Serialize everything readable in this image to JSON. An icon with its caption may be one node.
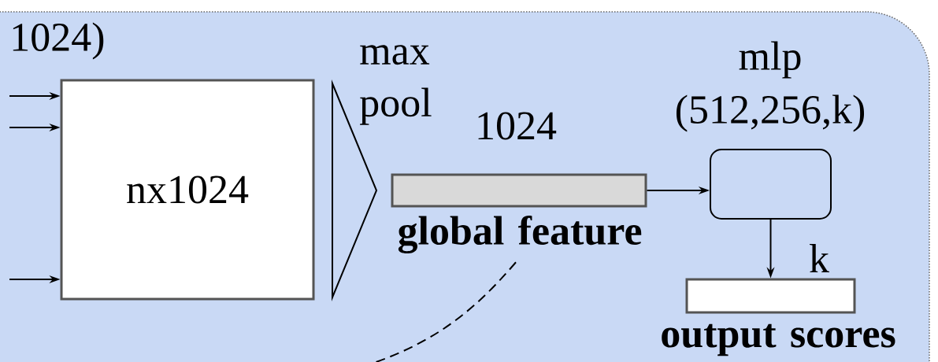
{
  "diagram": {
    "nodes": [
      {
        "text": [],
        "shape": "box"
      },
      {
        "text": [
          "nx1024"
        ],
        "in": 0
      },
      {
        "text": [],
        "shape": "triangle",
        "beside": [
          "max pool"
        ],
        "in": 0
      },
      {
        "text": [
          "global feature"
        ],
        "beside": [
          "1024"
        ],
        "in": 0
      },
      {
        "text": [
          "mlp (512,256,k)"
        ],
        "in": 0
      },
      {
        "text": [
          "output scores"
        ],
        "beside": [
          "k"
        ],
        "in": 0
      }
    ],
    "edges": [
      {
        "from": null,
        "to": 1,
        "arrow": "to"
      },
      {
        "from": null,
        "to": 1,
        "arrow": "to"
      },
      {
        "from": null,
        "to": 1,
        "arrow": "to"
      },
      {
        "from": 3,
        "to": 4,
        "arrow": "to"
      },
      {
        "from": 4,
        "to": 5,
        "arrow": "to"
      },
      {
        "from": 3,
        "to": null,
        "arrow": "none",
        "style": "dashed"
      }
    ],
    "labels": [
      "1024)"
    ]
  }
}
